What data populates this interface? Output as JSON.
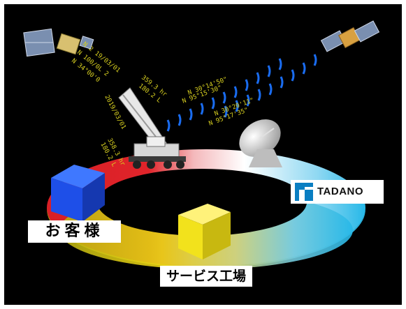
{
  "labels": {
    "customer": "お客様",
    "service_factory": "サービス工場"
  },
  "logo": {
    "brand": "TADANO",
    "color": "#0a7ec2"
  },
  "telemetry": {
    "upper": [
      "N 2 19/03/01",
      "N 100/0L 2",
      "N 34°00'0",
      "359.3 hr",
      "180.2 L",
      "N 30°14'50\"",
      "N 95°15'30\""
    ],
    "lower": [
      "2019/03/01",
      "358.3 hr",
      "180.2 L",
      "N 30°20'11\"",
      "N 95°17'35\""
    ]
  },
  "colors": {
    "background": "#000000",
    "ring_red": "#e0242a",
    "ring_white": "#ffffff",
    "ring_cyan": "#26b8e8",
    "ring_yellow": "#e8d214",
    "customer_cube": "#1e4fe8",
    "factory_cube": "#f2e21c",
    "signal_waves": "#1a6cf0",
    "telemetry_text": "#d8d020"
  },
  "icons": [
    "satellite-icon",
    "crane-icon",
    "antenna-dish-icon",
    "signal-waves-icon",
    "tadano-logo-mark"
  ]
}
